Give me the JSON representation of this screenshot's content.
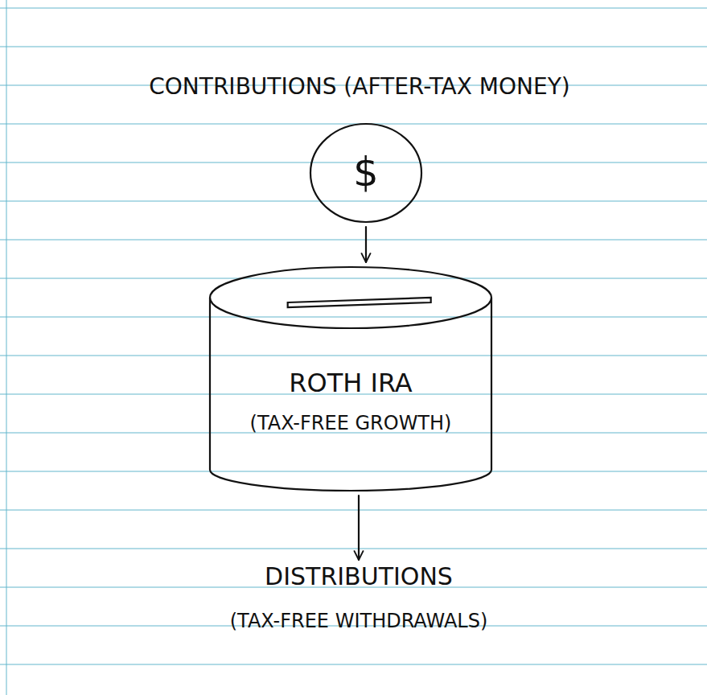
{
  "diagram": {
    "nodes": [
      {
        "text": [
          "CONTRIBUTIONS (AFTER-TAX MONEY)",
          "$"
        ]
      },
      {
        "text": [
          "ROTH IRA",
          "(TAX-FREE GROWTH)"
        ]
      },
      {
        "text": [
          "DISTRIBUTIONS",
          "(TAX-FREE WITHDRAWALS)"
        ]
      }
    ],
    "edges": [
      {
        "from": 0,
        "to": 1,
        "arrow": "to"
      },
      {
        "from": 1,
        "to": 2,
        "arrow": "to"
      }
    ]
  }
}
